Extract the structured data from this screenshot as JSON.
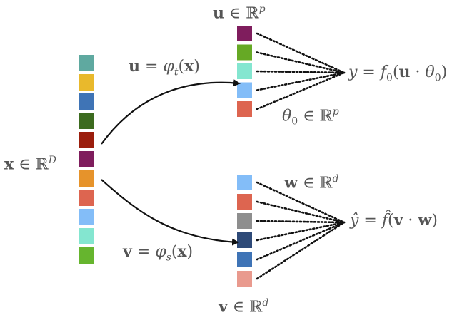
{
  "diagram": {
    "x_vector": {
      "colors": [
        "#5fa9a0",
        "#e9b92c",
        "#3f74b6",
        "#3c6b1f",
        "#9b1e0d",
        "#7f1d5d",
        "#e6932b",
        "#dd6550",
        "#83bdf8",
        "#84e6d0",
        "#66b52e"
      ]
    },
    "u_vector": {
      "colors": [
        "#7f1d5d",
        "#66a925",
        "#84e6d0",
        "#83bdf8",
        "#dd6550"
      ]
    },
    "v_vector": {
      "colors": [
        "#83bdf8",
        "#dd6550",
        "#8e8e8e",
        "#2e4a78",
        "#3f74b6",
        "#e99a8e"
      ]
    },
    "labels": {
      "x_in": "x ∈ ℝ^D",
      "u_in": "u ∈ ℝ^p",
      "v_in": "v ∈ ℝ^d",
      "u_map": "u = φ_t(x)",
      "v_map": "v = φ_s(x)",
      "theta": "θ_0 ∈ ℝ^p",
      "w": "w ∈ ℝ^d",
      "y_teacher": "y = f_0(u · θ_0)",
      "y_student": "ŷ = f̂(v · w)"
    },
    "colors": {
      "text": "#555555",
      "arrow": "#111111",
      "dots": "#111111"
    }
  }
}
